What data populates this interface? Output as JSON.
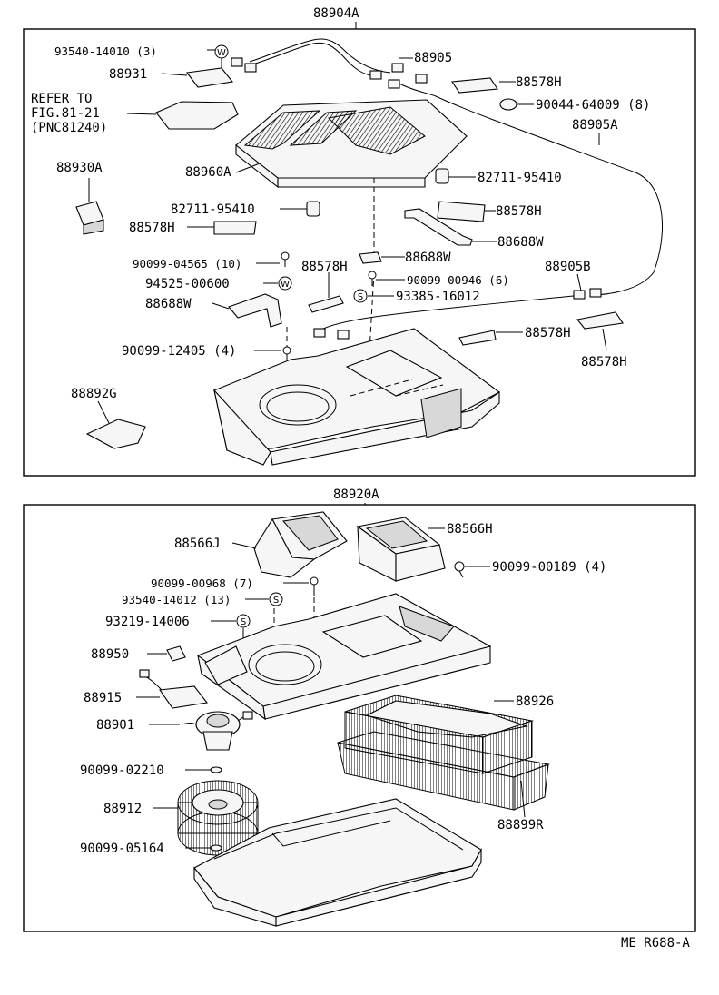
{
  "assemblies": {
    "upper": "88904A",
    "lower": "88920A"
  },
  "upper_labels": {
    "l_9354014010": "93540-14010 (3)",
    "l_88905": "88905",
    "l_88931": "88931",
    "l_88578h_a": "88578H",
    "l_9004464009": "90044-64009 (8)",
    "l_refer1": "REFER TO",
    "l_refer2": "FIG.81-21",
    "l_refer3": "(PNC81240)",
    "l_88905a": "88905A",
    "l_88930a": "88930A",
    "l_88960a": "88960A",
    "l_8271195410_r": "82711-95410",
    "l_8271195410_l": "82711-95410",
    "l_88578h_b": "88578H",
    "l_88578h_c": "88578H",
    "l_88688w_a": "88688W",
    "l_9009904565": "90099-04565 (10)",
    "l_88688w_b": "88688W",
    "l_88578h_d": "88578H",
    "l_88905b": "88905B",
    "l_9452500600": "94525-00600",
    "l_9009900946": "90099-00946 (6)",
    "l_88688w_c": "88688W",
    "l_9338516012": "93385-16012",
    "l_88578h_e": "88578H",
    "l_9009912405": "90099-12405 (4)",
    "l_88578h_f": "88578H",
    "l_88892g": "88892G"
  },
  "lower_labels": {
    "l_88566j": "88566J",
    "l_88566h": "88566H",
    "l_9009900968": "90099-00968 (7)",
    "l_9009900189": "90099-00189 (4)",
    "l_9354014012": "93540-14012 (13)",
    "l_9321914006": "93219-14006",
    "l_88950": "88950",
    "l_88915": "88915",
    "l_88926": "88926",
    "l_88901": "88901",
    "l_9009902210": "90099-02210",
    "l_88912": "88912",
    "l_88899r": "88899R",
    "l_9009905164": "90099-05164"
  },
  "symbols": {
    "w": "W",
    "s": "S"
  },
  "footer": {
    "code": "ME R688-A"
  }
}
